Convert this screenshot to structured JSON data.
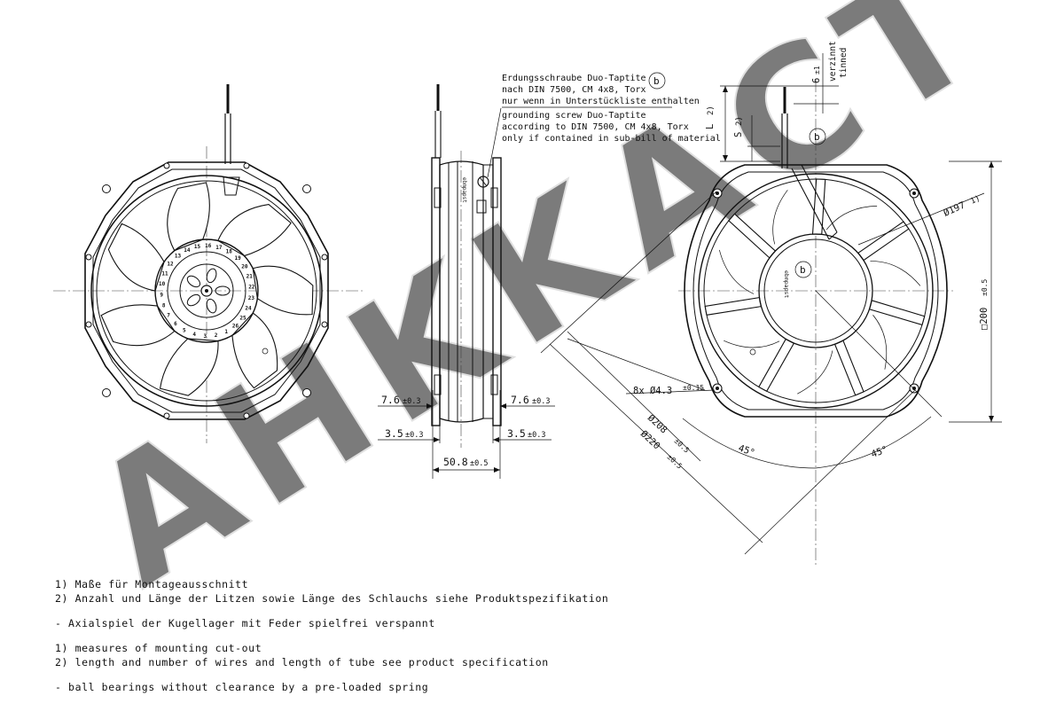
{
  "grounding_note": {
    "de_line1": "Erdungsschraube Duo-Taptite",
    "de_line2": "nach DIN 7500, CM 4x8, Torx",
    "de_line3": "nur wenn in Unterstückliste enthalten",
    "en_line1": "grounding screw Duo-Taptite",
    "en_line2": "according to DIN 7500, CM 4x8, Torx",
    "en_line3": "only if contained in sub-bill of material",
    "marker": "b"
  },
  "side_view_dims": {
    "offset_outer": "7.6",
    "offset_outer_tol": "±0.3",
    "offset_inner": "3.5",
    "offset_inner_tol": "±0.3",
    "depth": "50.8",
    "depth_tol": "±0.5"
  },
  "right_view_dims": {
    "wire_strip": "6",
    "wire_strip_tol": "±1",
    "tinned_de": "verzinnt",
    "tinned_en": "tinned",
    "length_label": "L",
    "length_note": "2)",
    "strip_label": "S",
    "strip_note": "2)",
    "marker_b": "b",
    "bore_diameter": "Ø197",
    "bore_note": "1)",
    "square": "□200",
    "square_tol": "±0.5",
    "holes": "8x Ø4.3",
    "holes_tol": "±0.15",
    "pcd": "Ø208",
    "pcd_tol": "±0.5",
    "outer": "Ø220",
    "outer_tol": "±0.5",
    "angle1": "45°",
    "angle2": "45°"
  },
  "watermark": "AHKKACT",
  "notes": {
    "de_1": "1) Maße für Montageausschnitt",
    "de_2": "2) Anzahl und Länge der Litzen sowie Länge des Schlauchs siehe Produktspezifikation",
    "de_3": " -  Axialspiel der Kugellager mit Feder spielfrei verspannt",
    "en_1": "1) measures of mounting cut-out",
    "en_2": "2) length and number of wires and length of tube see product specification",
    "en_3": " -  ball bearings without clearance by a pre-loaded spring"
  },
  "rotor_scale": [
    "13",
    "14",
    "15",
    "16",
    "17",
    "18",
    "19",
    "20",
    "21",
    "22",
    "23",
    "24",
    "25",
    "26",
    "1",
    "2",
    "3",
    "4",
    "5",
    "6",
    "7",
    "8",
    "9",
    "10",
    "11",
    "12"
  ]
}
